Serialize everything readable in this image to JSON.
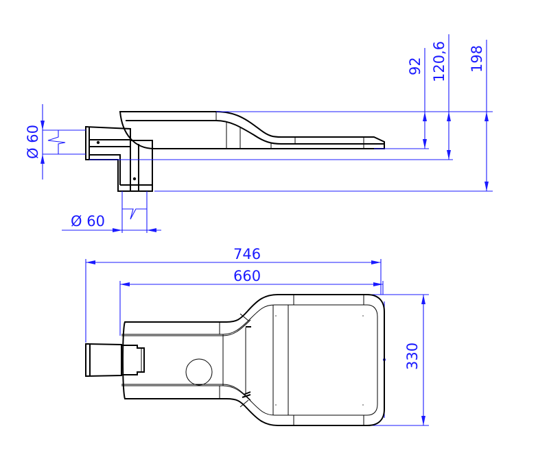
{
  "drawing": {
    "side_view": {
      "dimensions": {
        "height_92": "92",
        "height_120_6": "120,6",
        "height_198": "198",
        "arm_diameter_left": "Ø 60",
        "arm_diameter_bottom": "Ø 60"
      }
    },
    "top_view": {
      "dimensions": {
        "overall_length": "746",
        "body_length": "660",
        "width": "330"
      }
    },
    "colors": {
      "dimension": "#1a1aff",
      "outline": "#000000"
    }
  }
}
